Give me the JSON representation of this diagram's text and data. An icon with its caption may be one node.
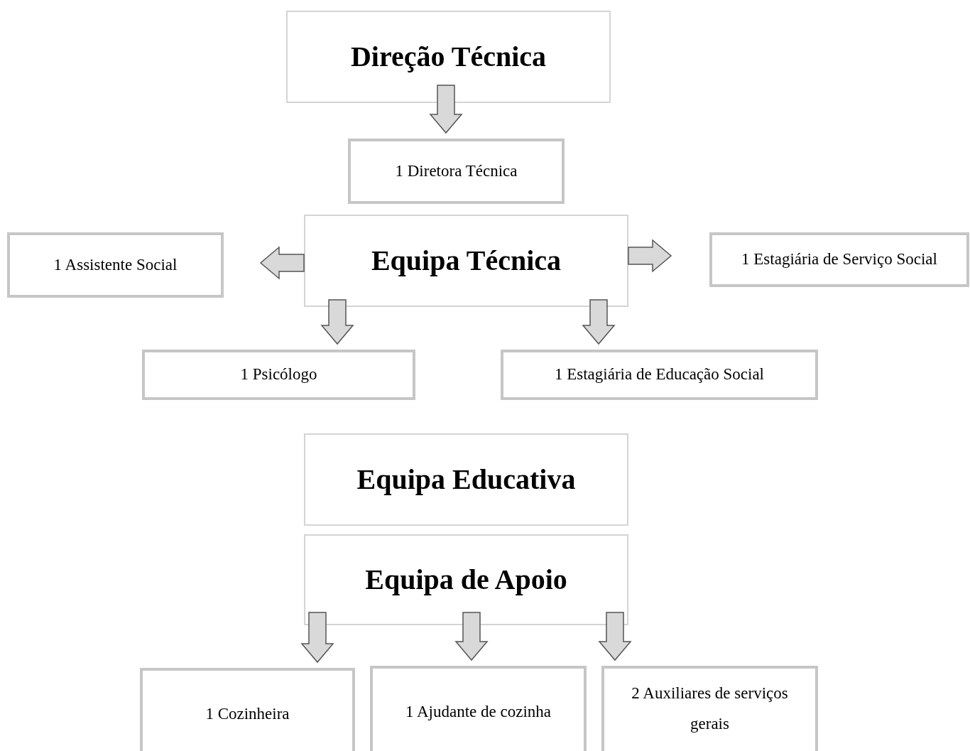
{
  "diagram": {
    "nodes": [
      {
        "text": [
          "Direção Técnica"
        ]
      },
      {
        "text": [
          "1 Diretora Técnica"
        ]
      },
      {
        "text": [
          "Equipa Técnica"
        ]
      },
      {
        "text": [
          "1 Assistente Social"
        ]
      },
      {
        "text": [
          "1 Estagiária de Serviço Social"
        ]
      },
      {
        "text": [
          "1 Psicólogo"
        ]
      },
      {
        "text": [
          "1 Estagiária de Educação Social"
        ]
      },
      {
        "text": [
          "Equipa Educativa"
        ]
      },
      {
        "text": [
          "Equipa de Apoio"
        ]
      },
      {
        "text": [
          "1 Cozinheira"
        ]
      },
      {
        "text": [
          "1 Ajudante de cozinha"
        ]
      },
      {
        "text": [
          "2 Auxiliares de serviços gerais"
        ]
      }
    ],
    "edges": [
      {
        "from": 0,
        "to": 1,
        "arrow": "to"
      },
      {
        "from": 2,
        "to": 3,
        "arrow": "to"
      },
      {
        "from": 2,
        "to": 4,
        "arrow": "to"
      },
      {
        "from": 2,
        "to": 5,
        "arrow": "to"
      },
      {
        "from": 2,
        "to": 6,
        "arrow": "to"
      },
      {
        "from": 8,
        "to": 9,
        "arrow": "to"
      },
      {
        "from": 8,
        "to": 10,
        "arrow": "to"
      },
      {
        "from": 8,
        "to": 11,
        "arrow": "to"
      }
    ]
  }
}
